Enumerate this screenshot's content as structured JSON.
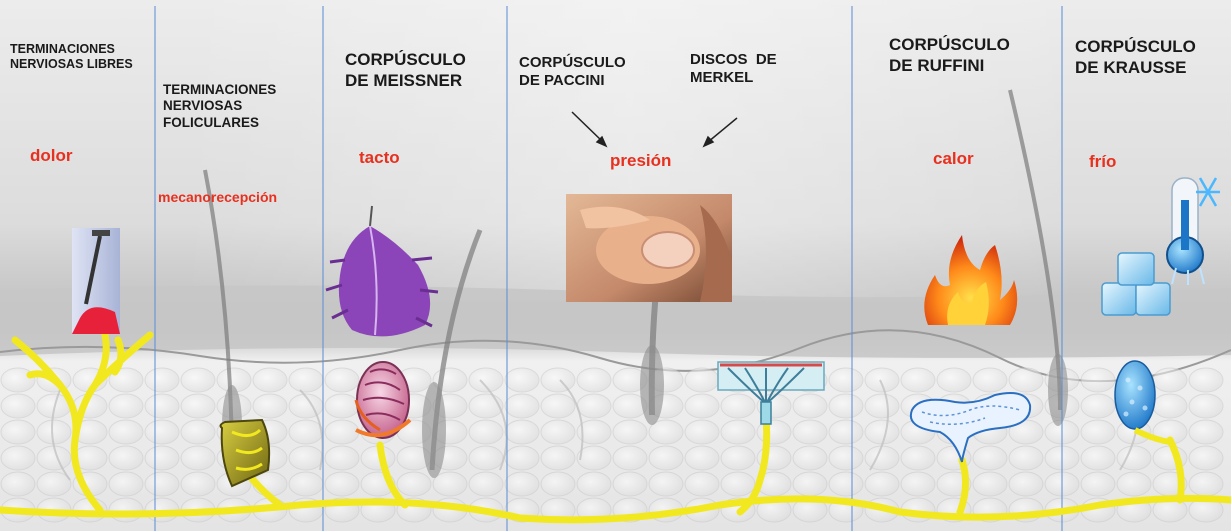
{
  "columns": [
    {
      "title": "TERMINACIONES NERVIOSAS LIBRES",
      "title_lines": [
        "TERMINACIONES",
        "NERVIOSAS LIBRES"
      ],
      "sensation": "dolor"
    },
    {
      "title": "TERMINACIONES NERVIOSAS FOLICULARES",
      "title_lines": [
        "TERMINACIONES",
        "NERVIOSAS",
        "FOLICULARES"
      ],
      "sensation": "mecanorecepción"
    },
    {
      "title": "CORPÚSCULO DE MEISSNER",
      "title_lines": [
        "CORPÚSCULO",
        "DE MEISSNER"
      ],
      "sensation": "tacto"
    },
    {
      "title": "CORPÚSCULO DE PACCINI",
      "title_lines": [
        "CORPÚSCULO",
        "DE PACCINI"
      ]
    },
    {
      "title": "DISCOS DE MERKEL",
      "title_lines": [
        "DISCOS  DE",
        "MERKEL"
      ]
    },
    {
      "title": "CORPÚSCULO DE RUFFINI",
      "title_lines": [
        "CORPÚSCULO",
        "DE RUFFINI"
      ],
      "sensation": "calor"
    },
    {
      "title": "CORPÚSCULO DE KRAUSSE",
      "title_lines": [
        "CORPÚSCULO",
        "DE KRAUSSE"
      ],
      "sensation": "frío"
    }
  ],
  "shared_sensation": "presión",
  "colors": {
    "nerve": "#f2e820",
    "sensation_text": "#e8301f",
    "divider": "#5b8fd6",
    "skin_bg": "#e6e6e6"
  }
}
